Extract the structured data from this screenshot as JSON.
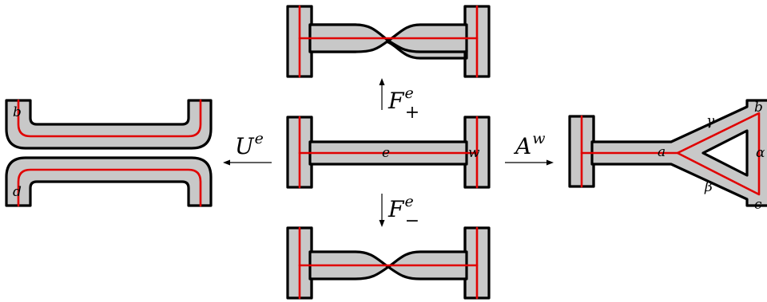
{
  "operators": {
    "f_plus": {
      "main": "F",
      "sup": "e",
      "sub": "+"
    },
    "f_minus": {
      "main": "F",
      "sup": "e",
      "sub": "−"
    },
    "u": {
      "main": "U",
      "sup": "e"
    },
    "a": {
      "main": "A",
      "sup": "w"
    }
  },
  "center_labels": {
    "edge": "e",
    "vertex": "w"
  },
  "left_labels": {
    "top": "b",
    "bottom": "d"
  },
  "right_labels": {
    "a": "a",
    "b": "b",
    "c": "c",
    "alpha": "α",
    "beta": "β",
    "gamma": "γ"
  },
  "colors": {
    "band": "#c8c8c8",
    "line": "#e00000",
    "stroke": "#000000"
  }
}
